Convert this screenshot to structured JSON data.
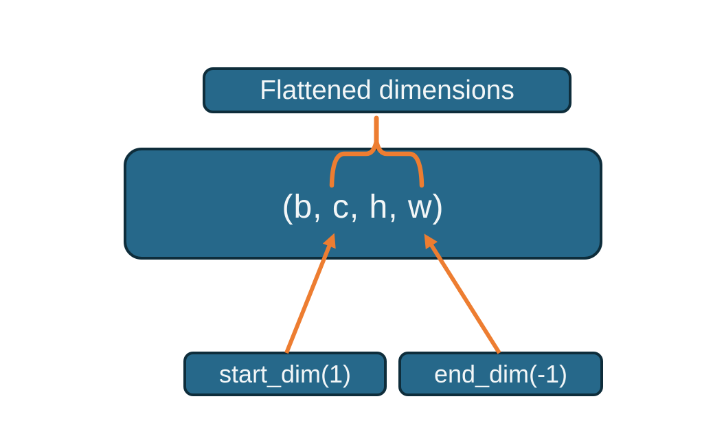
{
  "diagram": {
    "background_color": "#ffffff",
    "node_fill_color": "#26688A",
    "node_border_color": "#0E2D3B",
    "node_text_color": "#F2F6F7",
    "connector_color": "#ED7D31",
    "nodes": {
      "flattened": {
        "label": "Flattened dimensions"
      },
      "tensor": {
        "label": "(b, c, h, w)"
      },
      "start_dim": {
        "label": "start_dim(1)"
      },
      "end_dim": {
        "label": "end_dim(-1)"
      }
    },
    "connectors": [
      {
        "id": "brace-flattened-span",
        "type": "curly-brace",
        "from": "flattened",
        "to": "tensor"
      },
      {
        "id": "arrow-start-dim",
        "type": "arrow",
        "from": "start_dim",
        "to": "tensor"
      },
      {
        "id": "arrow-end-dim",
        "type": "arrow",
        "from": "end_dim",
        "to": "tensor"
      }
    ]
  }
}
